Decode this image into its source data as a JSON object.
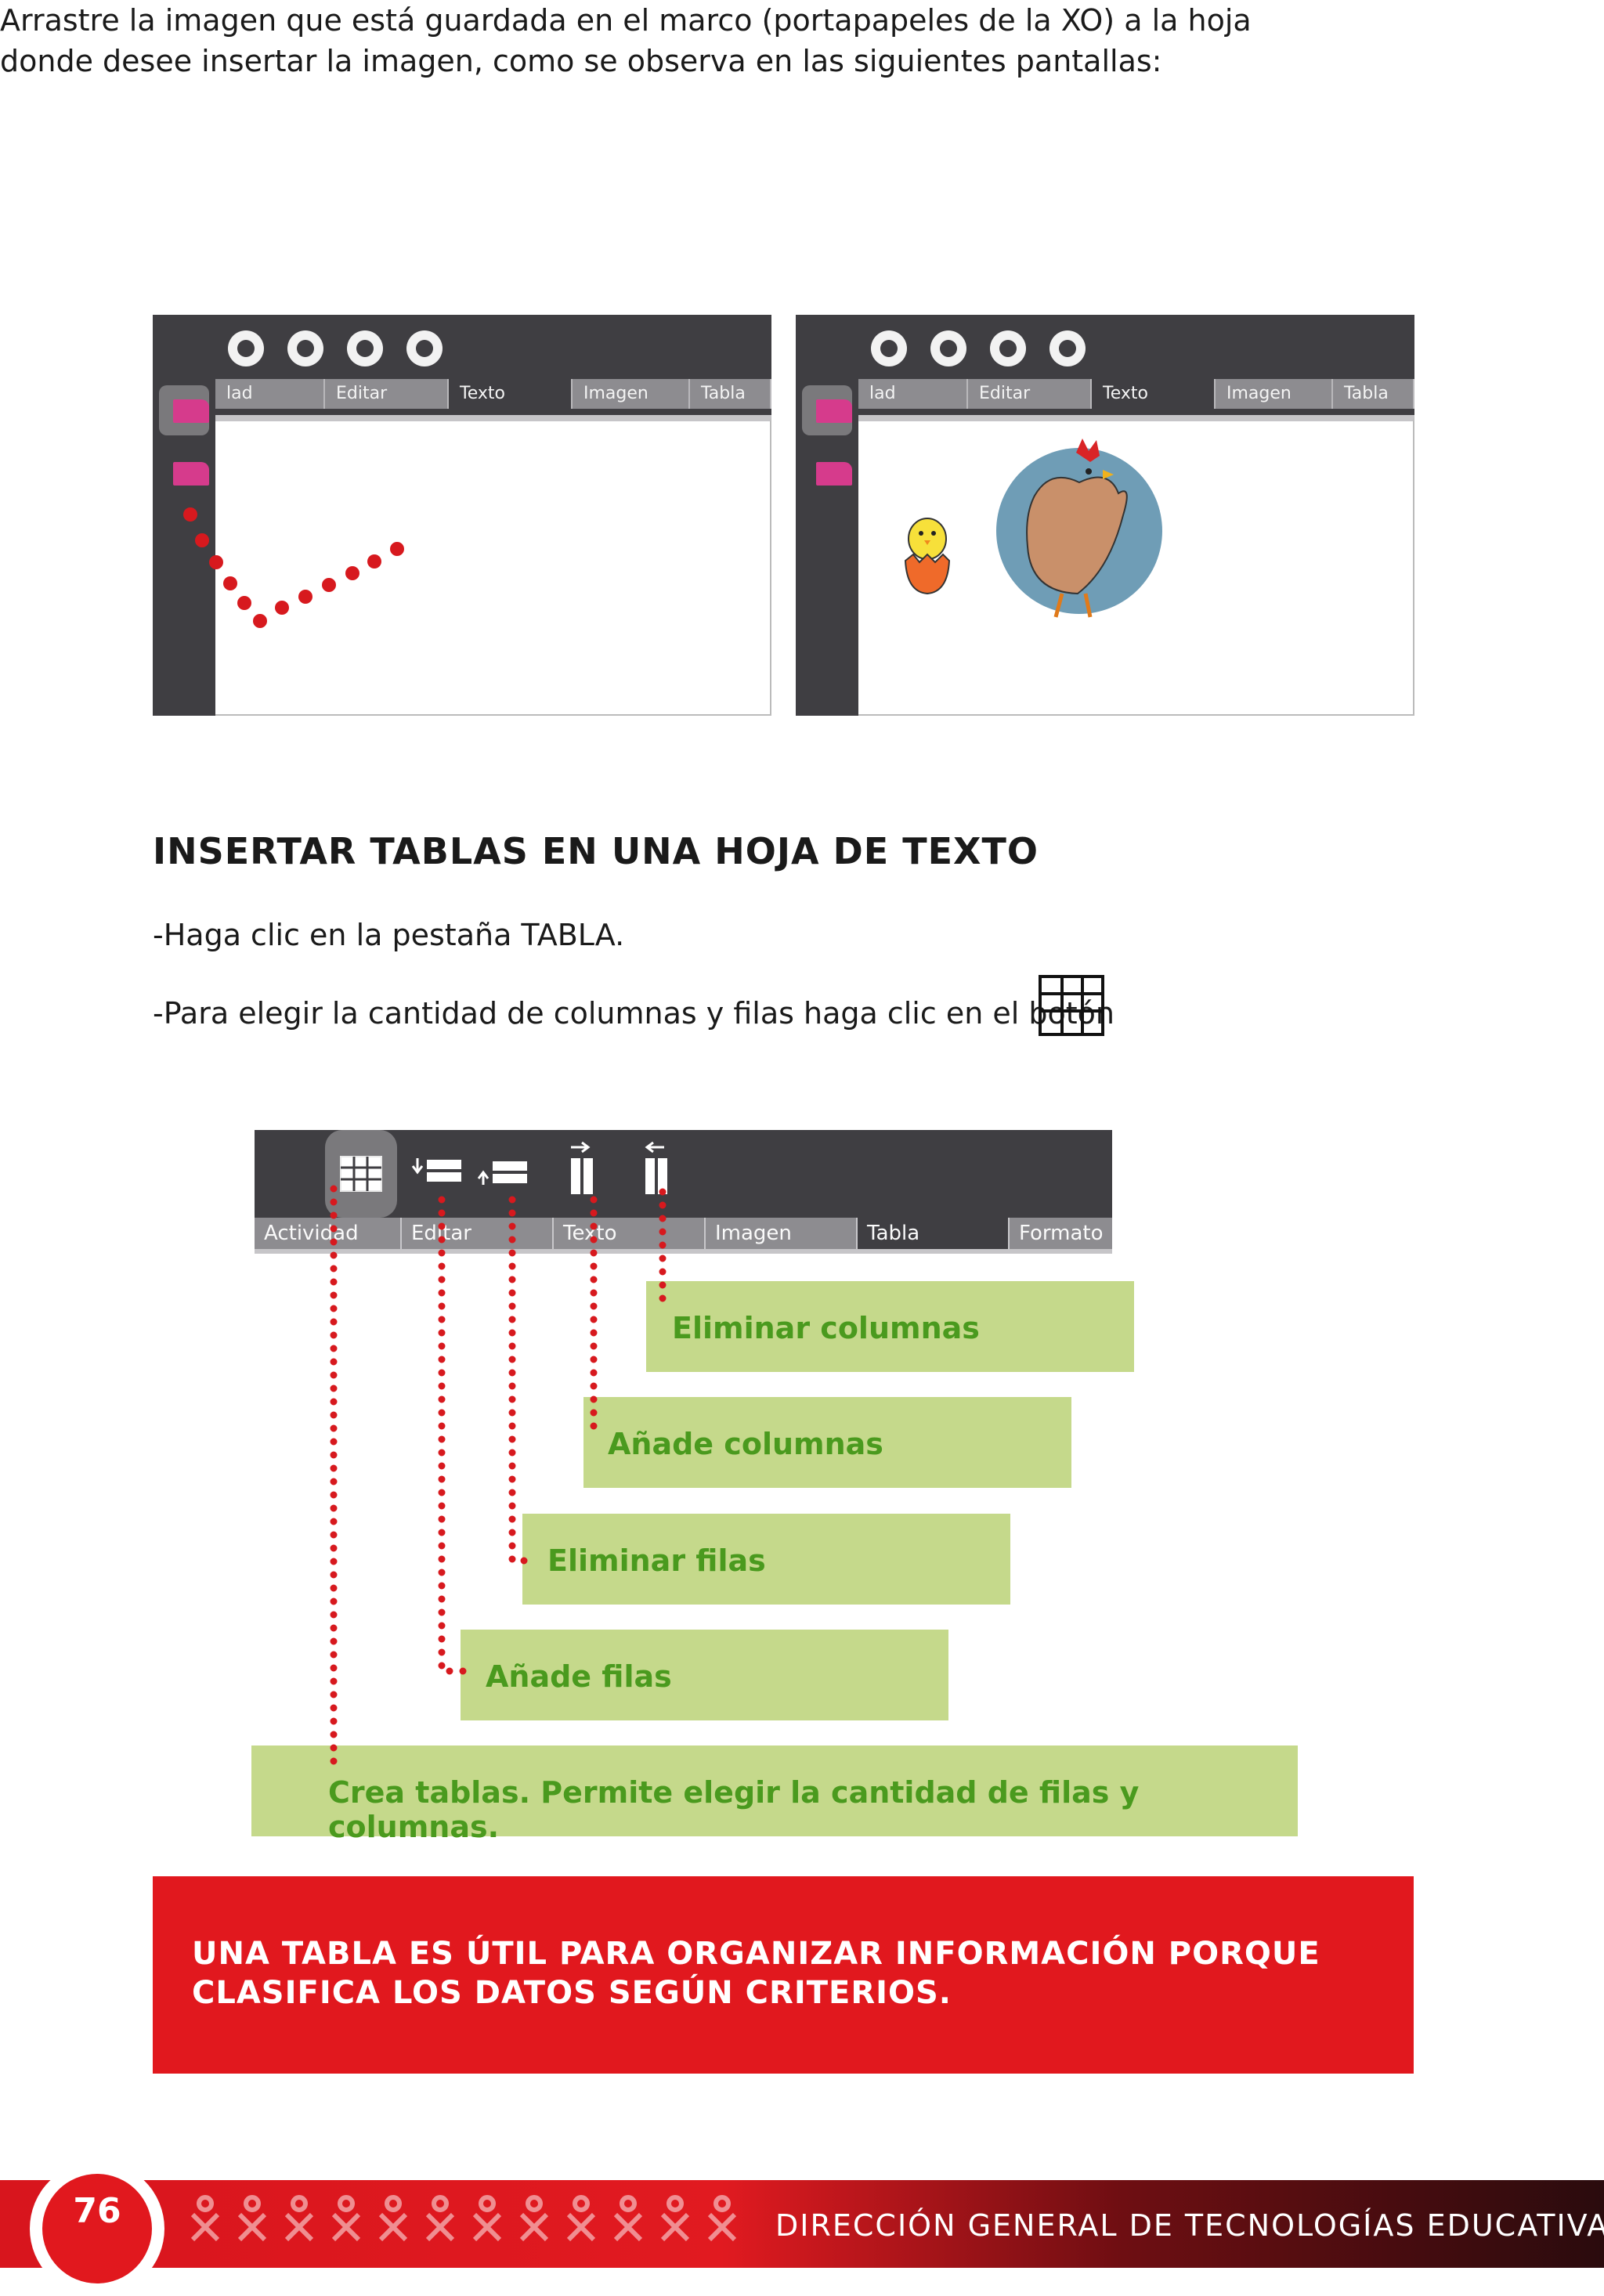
{
  "intro": "Arrastre la imagen que está guardada en el marco (portapapeles de la XO) a la hoja donde desee insertar la imagen, como se observa en las siguientes pantallas:",
  "screenshots": {
    "tabs": [
      "lad",
      "Editar",
      "Texto",
      "Imagen",
      "Tabla"
    ],
    "active_tab": "Texto"
  },
  "section": {
    "title": "INSERTAR TABLAS EN UNA HOJA DE TEXTO",
    "step1": "-Haga clic en la pestaña TABLA.",
    "step2": "-Para elegir la cantidad de columnas y filas haga clic en el botón"
  },
  "toolbar": {
    "tabs": [
      "Actividad",
      "Editar",
      "Texto",
      "Imagen",
      "Tabla",
      "Formato"
    ],
    "active_tab": "Tabla"
  },
  "callouts": {
    "delete_columns": "Eliminar columnas",
    "add_columns": "Añade columnas",
    "delete_rows": "Eliminar filas",
    "add_rows": "Añade filas",
    "create_table": "Crea tablas. Permite elegir la cantidad de filas y columnas."
  },
  "note": "UNA TABLA ES ÚTIL PARA ORGANIZAR INFORMACIÓN PORQUE CLASIFICA LOS DATOS SEGÚN CRITERIOS.",
  "footer": {
    "page_number": "76",
    "text": "DIRECCIÓN GENERAL DE TECNOLOGÍAS EDUCATIVAS"
  },
  "colors": {
    "accent_red": "#e1181e",
    "callout_green_bg": "#c5d98b",
    "callout_green_text": "#4a9a1e",
    "toolbar_dark": "#3f3e42"
  }
}
